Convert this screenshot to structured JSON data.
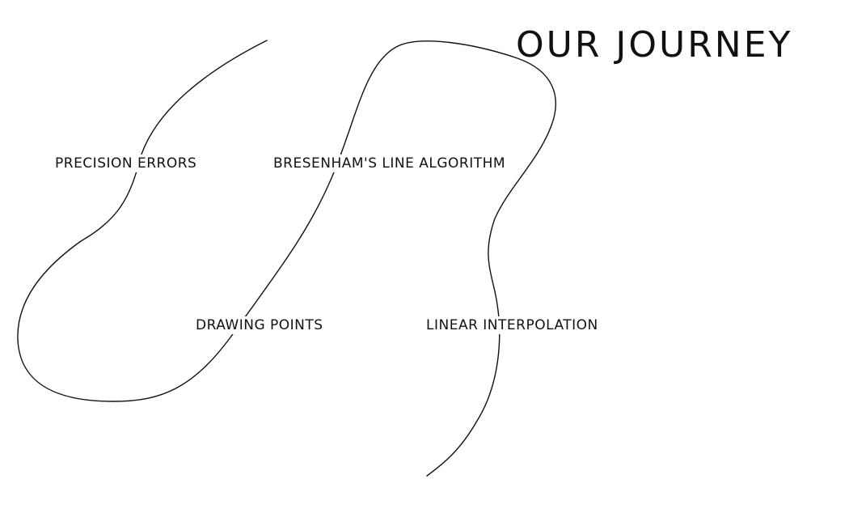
{
  "diagram": {
    "title": "OUR JOURNEY",
    "milestones": [
      {
        "label": "PRECISION ERRORS"
      },
      {
        "label": "BRESENHAM'S LINE ALGORITHM"
      },
      {
        "label": "DRAWING POINTS"
      },
      {
        "label": "LINEAR INTERPOLATION"
      }
    ],
    "colors": {
      "stroke": "#111111",
      "background": "#ffffff"
    }
  }
}
